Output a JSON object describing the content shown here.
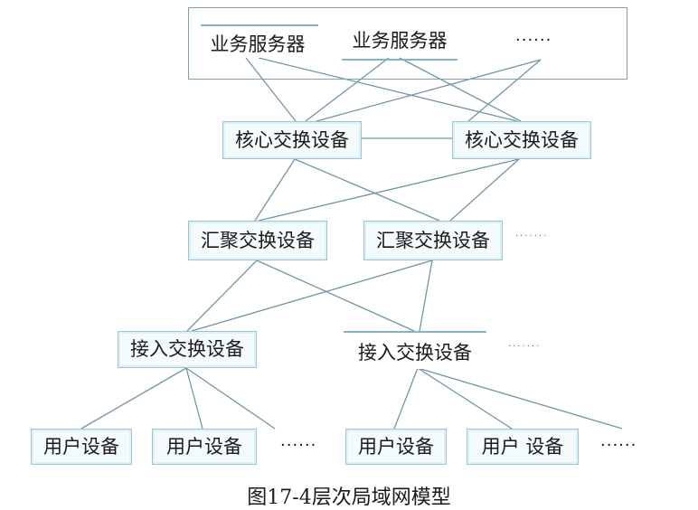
{
  "diagram": {
    "servers": [
      "业务服务器",
      "业务服务器"
    ],
    "server_more": "······",
    "core": [
      "核心交换设备",
      "核心交换设备"
    ],
    "aggregation": [
      "汇聚交换设备",
      "汇聚交换设备"
    ],
    "aggregation_more": "·······",
    "access": [
      "接入交换设备",
      "接入交换设备"
    ],
    "access_more": "·······",
    "users": [
      "用户设备",
      "用户设备",
      "用户设备",
      "用户 设备"
    ],
    "user_more_left": "······",
    "user_more_right": "······",
    "caption": "图17-4层次局域网模型"
  }
}
